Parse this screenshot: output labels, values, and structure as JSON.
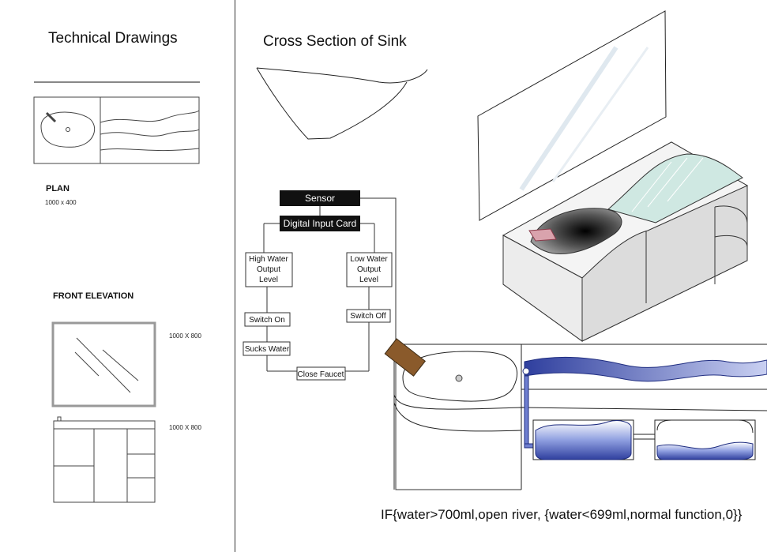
{
  "left_panel": {
    "title": "Technical Drawings",
    "plan_label": "PLAN",
    "plan_dims": "1000 x 400",
    "front_label": "FRONT ELEVATION",
    "front_dims_mirror": "1000 X 800",
    "front_dims_cabinet": "1000 X 800"
  },
  "right_panel": {
    "cross_section_title": "Cross Section of Sink"
  },
  "flowchart": {
    "sensor": "Sensor",
    "input_card": "Digital Input Card",
    "high_level": [
      "High Water",
      "Output",
      "Level"
    ],
    "low_level": [
      "Low Water",
      "Output",
      "Level"
    ],
    "switch_on": "Switch On",
    "switch_off": "Switch Off",
    "sucks_water": "Sucks Water",
    "close_faucet": "Close Faucet"
  },
  "formula": "IF{water>700ml,open river, {water<699ml,normal function,0}}",
  "colors": {
    "water_blue": "#2f3f9e",
    "faucet_brown": "#8a5a2b",
    "faucet_pink": "#d9a3ad",
    "glass_green": "#cfe8e2"
  }
}
